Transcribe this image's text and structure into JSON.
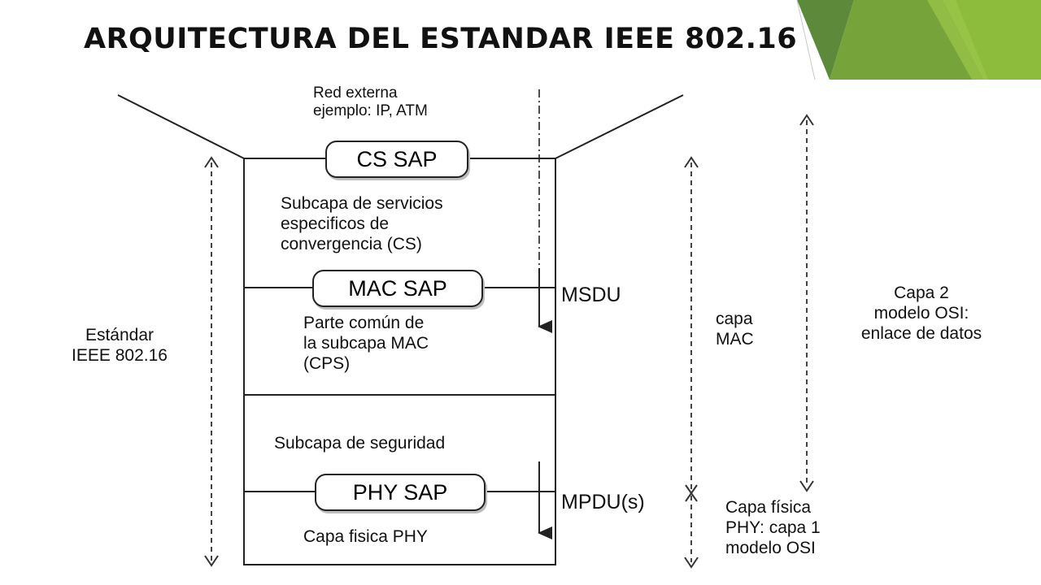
{
  "title": "ARQUITECTURA DEL ESTANDAR IEEE 802.16",
  "theme": {
    "accent_dark": "#5c8a3a",
    "accent_light": "#8dbb3c",
    "accent_mid": "#76a33a"
  },
  "diagram": {
    "external_network": "Red externa\nejemplo: IP, ATM",
    "cs_sap": "CS SAP",
    "cs_sublayer": "Subcapa de servicios\nespecificos de\nconvergencia (CS)",
    "mac_sap": "MAC SAP",
    "msdu": "MSDU",
    "mac_cps": "Parte común de\nla subcapa MAC\n(CPS)",
    "security_sublayer": "Subcapa de seguridad",
    "phy_sap": "PHY SAP",
    "mpdu": "MPDU(s)",
    "phy_layer": "Capa fisica PHY",
    "standard_label": "Estándar\nIEEE 802.16",
    "mac_layer_label": "capa\nMAC",
    "osi_layer2": "Capa 2\nmodelo OSI:\nenlace de datos",
    "osi_layer1": "Capa física\nPHY: capa 1\nmodelo OSI"
  }
}
